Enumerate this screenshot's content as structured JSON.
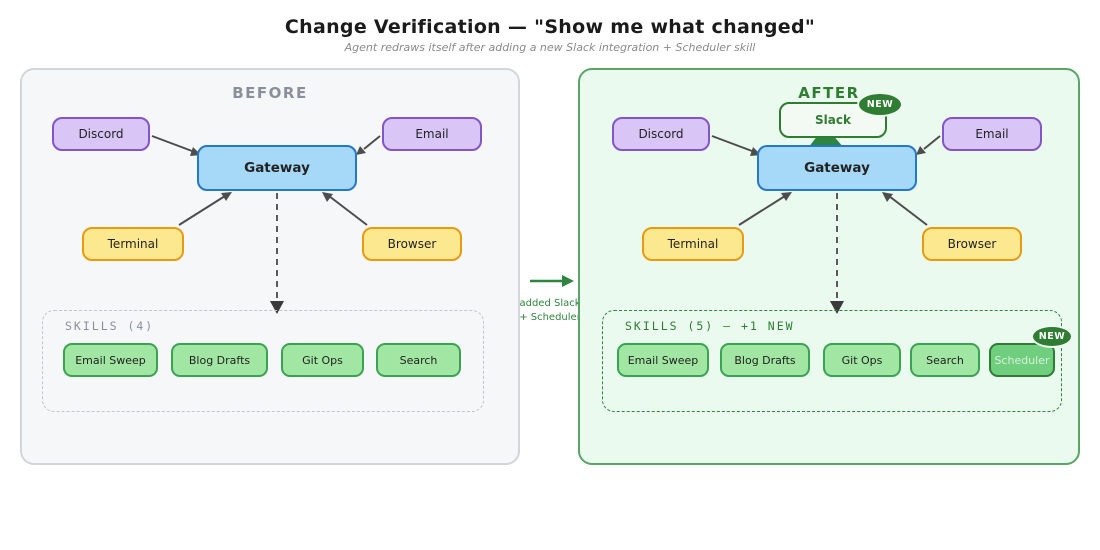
{
  "title": "Change Verification — \"Show me what changed\"",
  "subtitle": "Agent redraws itself after adding a new Slack integration + Scheduler skill",
  "transition": {
    "caption_line1": "added Slack",
    "caption_line2": "+ Scheduler"
  },
  "before": {
    "header": "BEFORE",
    "nodes": {
      "discord": "Discord",
      "email": "Email",
      "gateway": "Gateway",
      "terminal": "Terminal",
      "browser": "Browser"
    },
    "skills": {
      "label": "SKILLS (4)",
      "items": [
        "Email Sweep",
        "Blog Drafts",
        "Git Ops",
        "Search"
      ]
    }
  },
  "after": {
    "header": "AFTER",
    "badge_new": "NEW",
    "nodes": {
      "discord": "Discord",
      "email": "Email",
      "gateway": "Gateway",
      "terminal": "Terminal",
      "browser": "Browser",
      "slack": "Slack"
    },
    "skills": {
      "label": "SKILLS (5) — +1 NEW",
      "items": [
        "Email Sweep",
        "Blog Drafts",
        "Git Ops",
        "Search",
        "Scheduler"
      ]
    }
  },
  "colors": {
    "accent_green": "#2e8540",
    "badge_green": "#2e7d32",
    "panel_before_bg": "#f6f7f8",
    "panel_before_border": "#d3d5d9",
    "panel_after_bg": "#eafaef",
    "panel_after_border": "#5aa468",
    "channel_purple_bg": "#d9c6f7",
    "channel_purple_border": "#8455c8",
    "gateway_blue_bg": "#a6d9f7",
    "gateway_blue_border": "#2478c8",
    "tool_yellow_bg": "#fce98f",
    "tool_yellow_border": "#e99a12",
    "skill_green_bg": "#a2e6a4",
    "skill_green_border": "#3aa351",
    "new_skill_bg": "#6fcf7f",
    "arrow_gray": "#4d4d4d"
  }
}
